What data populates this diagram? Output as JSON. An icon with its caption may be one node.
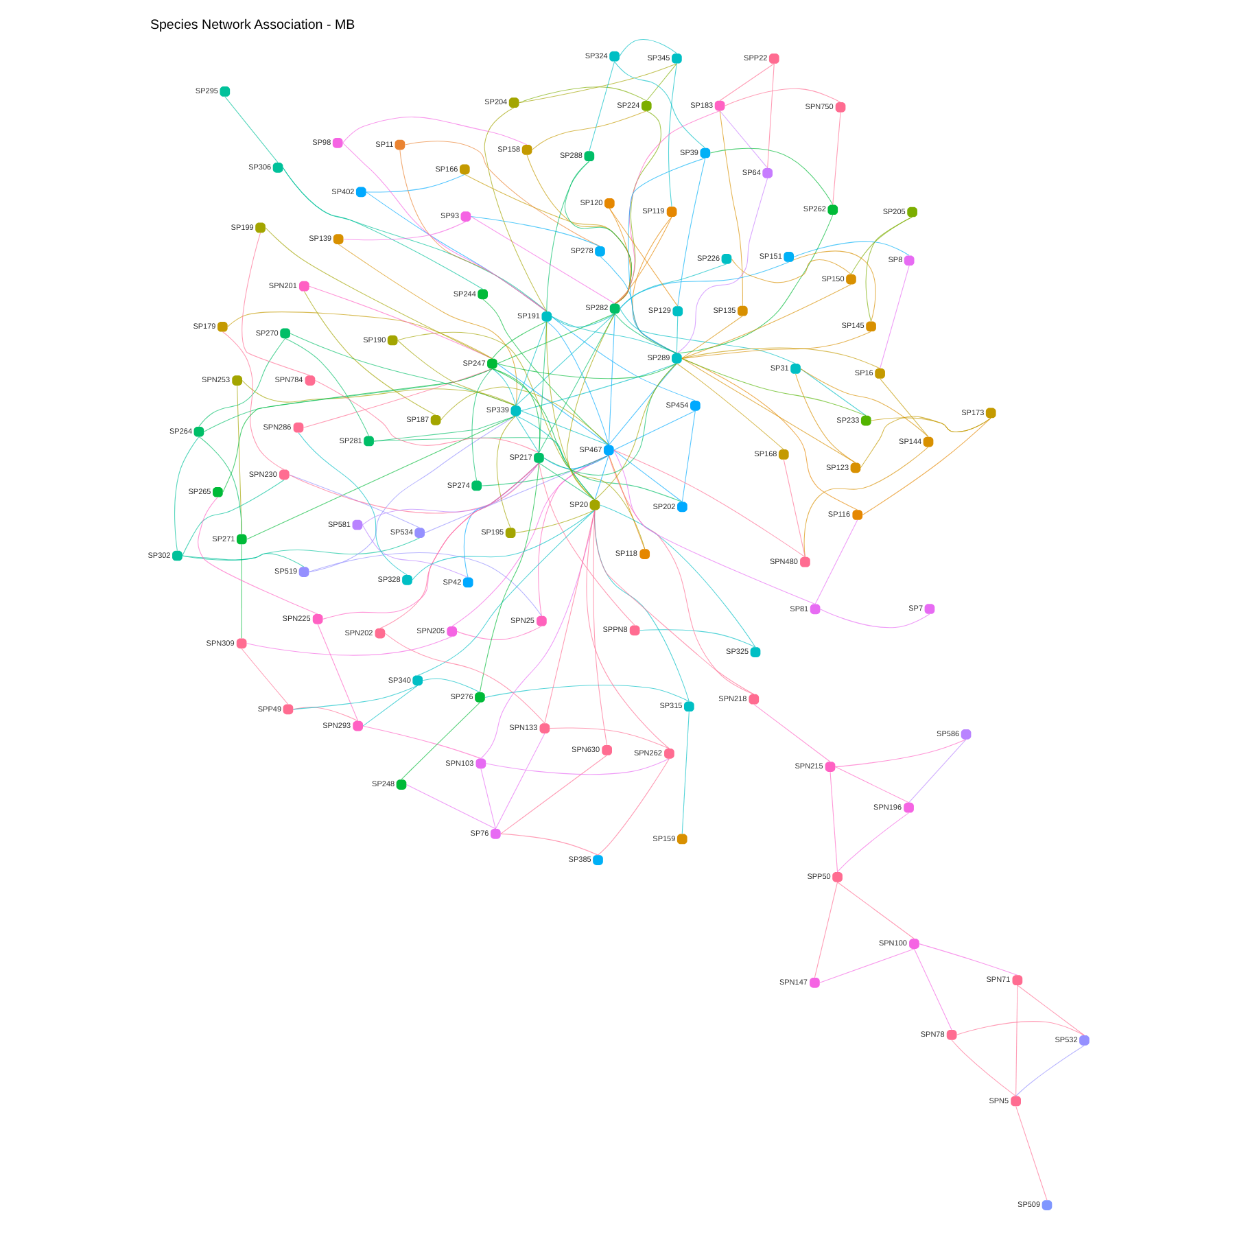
{
  "diagram": {
    "title": "Species Network Association - MB",
    "nodes": [
      {
        "text": [
          "SP295"
        ]
      },
      {
        "text": [
          "SP270"
        ]
      },
      {
        "text": [
          "SP281"
        ]
      },
      {
        "text": [
          "SP202"
        ]
      },
      {
        "text": [
          "SPN253"
        ]
      },
      {
        "text": [
          "SP454"
        ]
      },
      {
        "text": [
          "SP190"
        ]
      },
      {
        "text": [
          "SP118"
        ]
      },
      {
        "text": [
          "SP402"
        ]
      },
      {
        "text": [
          "SP166"
        ]
      },
      {
        "text": [
          "SP306"
        ]
      },
      {
        "text": [
          "SP244"
        ]
      },
      {
        "text": [
          "SP11"
        ]
      },
      {
        "text": [
          "SP278"
        ]
      },
      {
        "text": [
          "SP93"
        ]
      },
      {
        "text": [
          "SP139"
        ]
      },
      {
        "text": [
          "SP98"
        ]
      },
      {
        "text": [
          "SP158"
        ]
      },
      {
        "text": [
          "SP224"
        ]
      },
      {
        "text": [
          "SP204"
        ]
      },
      {
        "text": [
          "SP345"
        ]
      },
      {
        "text": [
          "SP119"
        ]
      },
      {
        "text": [
          "SP302"
        ]
      },
      {
        "text": [
          "SP519"
        ]
      },
      {
        "text": [
          "SPN25"
        ]
      },
      {
        "text": [
          "SP264"
        ]
      },
      {
        "text": [
          "SPN205"
        ]
      },
      {
        "text": [
          "SP271"
        ]
      },
      {
        "text": [
          "SPN309"
        ]
      },
      {
        "text": [
          "SP534"
        ]
      },
      {
        "text": [
          "SPN230"
        ]
      },
      {
        "text": [
          "SP179"
        ]
      },
      {
        "text": [
          "SP581"
        ]
      },
      {
        "text": [
          "SP195"
        ]
      },
      {
        "text": [
          "SP187"
        ]
      },
      {
        "text": [
          "SPN201"
        ]
      },
      {
        "text": [
          "SP42"
        ]
      },
      {
        "text": [
          "SPP49"
        ]
      },
      {
        "text": [
          "SPN225"
        ]
      },
      {
        "text": [
          "SP265"
        ]
      },
      {
        "text": [
          "SP274"
        ]
      },
      {
        "text": [
          "SPN293"
        ]
      },
      {
        "text": [
          "SPN784"
        ]
      },
      {
        "text": [
          "SP199"
        ]
      },
      {
        "text": [
          "SP325"
        ]
      },
      {
        "text": [
          "SPPN8"
        ]
      },
      {
        "text": [
          "SPN630"
        ]
      },
      {
        "text": [
          "SP315"
        ]
      },
      {
        "text": [
          "SP340"
        ]
      },
      {
        "text": [
          "SP276"
        ]
      },
      {
        "text": [
          "SP385"
        ]
      },
      {
        "text": [
          "SPN103"
        ]
      },
      {
        "text": [
          "SP159"
        ]
      },
      {
        "text": [
          "SP76"
        ]
      },
      {
        "text": [
          "SP248"
        ]
      },
      {
        "text": [
          "SPN262"
        ]
      },
      {
        "text": [
          "SPN202"
        ]
      },
      {
        "text": [
          "SPN133"
        ]
      },
      {
        "text": [
          "SPN218"
        ]
      },
      {
        "text": [
          "SP81"
        ]
      },
      {
        "text": [
          "SP116"
        ]
      },
      {
        "text": [
          "SP173"
        ]
      },
      {
        "text": [
          "SP123"
        ]
      },
      {
        "text": [
          "SP31"
        ]
      },
      {
        "text": [
          "SP233"
        ]
      },
      {
        "text": [
          "SP328"
        ]
      },
      {
        "text": [
          "SPN286"
        ]
      },
      {
        "text": [
          "SP324"
        ]
      },
      {
        "text": [
          "SP288"
        ]
      },
      {
        "text": [
          "SPP22"
        ]
      },
      {
        "text": [
          "SP64"
        ]
      },
      {
        "text": [
          "SP135"
        ]
      },
      {
        "text": [
          "SP183"
        ]
      },
      {
        "text": [
          "SP262"
        ]
      },
      {
        "text": [
          "SP39"
        ]
      },
      {
        "text": [
          "SPN750"
        ]
      },
      {
        "text": [
          "SP205"
        ]
      },
      {
        "text": [
          "SP145"
        ]
      },
      {
        "text": [
          "SP151"
        ]
      },
      {
        "text": [
          "SP8"
        ]
      },
      {
        "text": [
          "SP16"
        ]
      },
      {
        "text": [
          "SP144"
        ]
      },
      {
        "text": [
          "SP150"
        ]
      },
      {
        "text": [
          "SP226"
        ]
      },
      {
        "text": [
          "SP120"
        ]
      },
      {
        "text": [
          "SP129"
        ]
      },
      {
        "text": [
          "SPN480"
        ]
      },
      {
        "text": [
          "SP168"
        ]
      },
      {
        "text": [
          "SP7"
        ]
      },
      {
        "text": [
          "SPN215"
        ]
      },
      {
        "text": [
          "SP586"
        ]
      },
      {
        "text": [
          "SPN196"
        ]
      },
      {
        "text": [
          "SPP50"
        ]
      },
      {
        "text": [
          "SPN147"
        ]
      },
      {
        "text": [
          "SPN100"
        ]
      },
      {
        "text": [
          "SPN78"
        ]
      },
      {
        "text": [
          "SPN71"
        ]
      },
      {
        "text": [
          "SP532"
        ]
      },
      {
        "text": [
          "SPN5"
        ]
      },
      {
        "text": [
          "SP509"
        ]
      },
      {
        "text": [
          "SP339"
        ]
      },
      {
        "text": [
          "SP467"
        ]
      },
      {
        "text": [
          "SP247"
        ]
      },
      {
        "text": [
          "SP217"
        ]
      },
      {
        "text": [
          "SP20"
        ]
      },
      {
        "text": [
          "SP191"
        ]
      },
      {
        "text": [
          "SP282"
        ]
      },
      {
        "text": [
          "SP289"
        ]
      }
    ],
    "edges": [
      {
        "from": 100,
        "to": 101,
        "arrow": "none",
        "color": "#00bfc4"
      },
      {
        "from": 100,
        "to": 102,
        "arrow": "none",
        "color": "#00bfc4"
      },
      {
        "from": 100,
        "to": 103,
        "arrow": "none",
        "color": "#00bfc4"
      },
      {
        "from": 100,
        "to": 104,
        "arrow": "none",
        "color": "#00bfc4"
      },
      {
        "from": 100,
        "to": 105,
        "arrow": "none",
        "color": "#00bfc4"
      },
      {
        "from": 100,
        "to": 106,
        "arrow": "none",
        "color": "#00bfc4"
      },
      {
        "from": 100,
        "to": 107,
        "arrow": "none",
        "color": "#00bfc4"
      },
      {
        "from": 101,
        "to": 102,
        "arrow": "none",
        "color": "#00a9ff"
      },
      {
        "from": 101,
        "to": 103,
        "arrow": "none",
        "color": "#00a9ff"
      },
      {
        "from": 101,
        "to": 104,
        "arrow": "none",
        "color": "#00a9ff"
      },
      {
        "from": 101,
        "to": 105,
        "arrow": "none",
        "color": "#00a9ff"
      },
      {
        "from": 101,
        "to": 106,
        "arrow": "none",
        "color": "#00a9ff"
      },
      {
        "from": 101,
        "to": 107,
        "arrow": "none",
        "color": "#00a9ff"
      },
      {
        "from": 102,
        "to": 103,
        "arrow": "none",
        "color": "#00ba38"
      },
      {
        "from": 102,
        "to": 104,
        "arrow": "none",
        "color": "#00ba38"
      },
      {
        "from": 102,
        "to": 105,
        "arrow": "none",
        "color": "#00ba38"
      },
      {
        "from": 102,
        "to": 106,
        "arrow": "none",
        "color": "#00ba38"
      },
      {
        "from": 102,
        "to": 107,
        "arrow": "none",
        "color": "#00ba38"
      },
      {
        "from": 103,
        "to": 104,
        "arrow": "none",
        "color": "#00be67"
      },
      {
        "from": 103,
        "to": 105,
        "arrow": "none",
        "color": "#00be67"
      },
      {
        "from": 103,
        "to": 106,
        "arrow": "none",
        "color": "#00be67"
      },
      {
        "from": 103,
        "to": 107,
        "arrow": "none",
        "color": "#00be67"
      },
      {
        "from": 104,
        "to": 105,
        "arrow": "none",
        "color": "#a3a500"
      },
      {
        "from": 104,
        "to": 106,
        "arrow": "none",
        "color": "#a3a500"
      },
      {
        "from": 104,
        "to": 107,
        "arrow": "none",
        "color": "#a3a500"
      },
      {
        "from": 105,
        "to": 106,
        "arrow": "none",
        "color": "#00bfc4"
      },
      {
        "from": 105,
        "to": 107,
        "arrow": "none",
        "color": "#00bfc4"
      },
      {
        "from": 106,
        "to": 107,
        "arrow": "none",
        "color": "#00be67"
      },
      {
        "from": 1,
        "to": 2,
        "arrow": "none",
        "color": "#00be67"
      },
      {
        "from": 1,
        "to": 25,
        "arrow": "none",
        "color": "#00be67"
      },
      {
        "from": 1,
        "to": 100,
        "arrow": "none",
        "color": "#00be67"
      },
      {
        "from": 2,
        "to": 3,
        "arrow": "none",
        "color": "#00be67"
      },
      {
        "from": 2,
        "to": 100,
        "arrow": "none",
        "color": "#00be67"
      },
      {
        "from": 3,
        "to": 5,
        "arrow": "none",
        "color": "#00a9ff"
      },
      {
        "from": 3,
        "to": 101,
        "arrow": "none",
        "color": "#00a9ff"
      },
      {
        "from": 4,
        "to": 100,
        "arrow": "none",
        "color": "#a3a500"
      },
      {
        "from": 4,
        "to": 27,
        "arrow": "none",
        "color": "#a3a500"
      },
      {
        "from": 5,
        "to": 101,
        "arrow": "none",
        "color": "#00a9ff"
      },
      {
        "from": 5,
        "to": 105,
        "arrow": "none",
        "color": "#00a9ff"
      },
      {
        "from": 6,
        "to": 7,
        "arrow": "none",
        "color": "#a3a500"
      },
      {
        "from": 6,
        "to": 100,
        "arrow": "none",
        "color": "#a3a500"
      },
      {
        "from": 7,
        "to": 101,
        "arrow": "none",
        "color": "#e58700"
      },
      {
        "from": 8,
        "to": 9,
        "arrow": "none",
        "color": "#00a9ff"
      },
      {
        "from": 8,
        "to": 105,
        "arrow": "none",
        "color": "#00a9ff"
      },
      {
        "from": 9,
        "to": 106,
        "arrow": "none",
        "color": "#c49a00"
      },
      {
        "from": 0,
        "to": 10,
        "arrow": "none",
        "color": "#00c19a"
      },
      {
        "from": 10,
        "to": 11,
        "arrow": "none",
        "color": "#00c19a"
      },
      {
        "from": 10,
        "to": 105,
        "arrow": "none",
        "color": "#00c19a"
      },
      {
        "from": 11,
        "to": 101,
        "arrow": "none",
        "color": "#00ba38"
      },
      {
        "from": 12,
        "to": 13,
        "arrow": "none",
        "color": "#ea8331"
      },
      {
        "from": 12,
        "to": 105,
        "arrow": "none",
        "color": "#ea8331"
      },
      {
        "from": 13,
        "to": 14,
        "arrow": "none",
        "color": "#00b0f6"
      },
      {
        "from": 13,
        "to": 107,
        "arrow": "none",
        "color": "#00b0f6"
      },
      {
        "from": 14,
        "to": 15,
        "arrow": "none",
        "color": "#f564e3"
      },
      {
        "from": 14,
        "to": 106,
        "arrow": "none",
        "color": "#f564e3"
      },
      {
        "from": 15,
        "to": 100,
        "arrow": "none",
        "color": "#d89000"
      },
      {
        "from": 16,
        "to": 17,
        "arrow": "none",
        "color": "#f564e3"
      },
      {
        "from": 16,
        "to": 105,
        "arrow": "none",
        "color": "#f564e3"
      },
      {
        "from": 17,
        "to": 106,
        "arrow": "none",
        "color": "#c49a00"
      },
      {
        "from": 17,
        "to": 18,
        "arrow": "none",
        "color": "#c49a00"
      },
      {
        "from": 18,
        "to": 19,
        "arrow": "none",
        "color": "#7cae00"
      },
      {
        "from": 18,
        "to": 20,
        "arrow": "none",
        "color": "#7cae00"
      },
      {
        "from": 18,
        "to": 106,
        "arrow": "none",
        "color": "#7cae00"
      },
      {
        "from": 19,
        "to": 20,
        "arrow": "none",
        "color": "#a3a500"
      },
      {
        "from": 19,
        "to": 105,
        "arrow": "none",
        "color": "#a3a500"
      },
      {
        "from": 20,
        "to": 21,
        "arrow": "none",
        "color": "#00bfc4"
      },
      {
        "from": 20,
        "to": 67,
        "arrow": "none",
        "color": "#00bfc4"
      },
      {
        "from": 21,
        "to": 106,
        "arrow": "none",
        "color": "#e58700"
      },
      {
        "from": 21,
        "to": 107,
        "arrow": "none",
        "color": "#e58700"
      },
      {
        "from": 22,
        "to": 23,
        "arrow": "none",
        "color": "#00c19a"
      },
      {
        "from": 22,
        "to": 25,
        "arrow": "none",
        "color": "#00c19a"
      },
      {
        "from": 22,
        "to": 30,
        "arrow": "none",
        "color": "#00c19a"
      },
      {
        "from": 22,
        "to": 29,
        "arrow": "none",
        "color": "#00c19a"
      },
      {
        "from": 23,
        "to": 24,
        "arrow": "none",
        "color": "#9590ff"
      },
      {
        "from": 23,
        "to": 100,
        "arrow": "none",
        "color": "#9590ff"
      },
      {
        "from": 24,
        "to": 26,
        "arrow": "none",
        "color": "#ff62bc"
      },
      {
        "from": 24,
        "to": 101,
        "arrow": "none",
        "color": "#ff62bc"
      },
      {
        "from": 25,
        "to": 27,
        "arrow": "none",
        "color": "#00be67"
      },
      {
        "from": 25,
        "to": 102,
        "arrow": "none",
        "color": "#00be67"
      },
      {
        "from": 26,
        "to": 28,
        "arrow": "none",
        "color": "#f564e3"
      },
      {
        "from": 26,
        "to": 101,
        "arrow": "none",
        "color": "#f564e3"
      },
      {
        "from": 27,
        "to": 28,
        "arrow": "none",
        "color": "#00ba38"
      },
      {
        "from": 27,
        "to": 100,
        "arrow": "none",
        "color": "#00ba38"
      },
      {
        "from": 28,
        "to": 37,
        "arrow": "none",
        "color": "#ff6c91"
      },
      {
        "from": 29,
        "to": 101,
        "arrow": "none",
        "color": "#9590ff"
      },
      {
        "from": 29,
        "to": 30,
        "arrow": "none",
        "color": "#9590ff"
      },
      {
        "from": 30,
        "to": 31,
        "arrow": "none",
        "color": "#ff6c91"
      },
      {
        "from": 30,
        "to": 103,
        "arrow": "none",
        "color": "#ff6c91"
      },
      {
        "from": 31,
        "to": 102,
        "arrow": "none",
        "color": "#c49a00"
      },
      {
        "from": 32,
        "to": 36,
        "arrow": "none",
        "color": "#b983ff"
      },
      {
        "from": 32,
        "to": 103,
        "arrow": "none",
        "color": "#b983ff"
      },
      {
        "from": 33,
        "to": 100,
        "arrow": "none",
        "color": "#a3a500"
      },
      {
        "from": 33,
        "to": 104,
        "arrow": "none",
        "color": "#a3a500"
      },
      {
        "from": 34,
        "to": 35,
        "arrow": "none",
        "color": "#a3a500"
      },
      {
        "from": 34,
        "to": 101,
        "arrow": "none",
        "color": "#a3a500"
      },
      {
        "from": 35,
        "to": 102,
        "arrow": "none",
        "color": "#ff61c3"
      },
      {
        "from": 36,
        "to": 103,
        "arrow": "none",
        "color": "#00a9ff"
      },
      {
        "from": 37,
        "to": 41,
        "arrow": "none",
        "color": "#ff6c91"
      },
      {
        "from": 37,
        "to": 48,
        "arrow": "none",
        "color": "#00bfc4"
      },
      {
        "from": 38,
        "to": 41,
        "arrow": "none",
        "color": "#ff61c3"
      },
      {
        "from": 38,
        "to": 39,
        "arrow": "none",
        "color": "#ff61c3"
      },
      {
        "from": 38,
        "to": 103,
        "arrow": "none",
        "color": "#ff61c3"
      },
      {
        "from": 39,
        "to": 102,
        "arrow": "none",
        "color": "#00ba38"
      },
      {
        "from": 40,
        "to": 102,
        "arrow": "none",
        "color": "#00be67"
      },
      {
        "from": 40,
        "to": 101,
        "arrow": "none",
        "color": "#00be67"
      },
      {
        "from": 41,
        "to": 51,
        "arrow": "none",
        "color": "#ff61c3"
      },
      {
        "from": 41,
        "to": 48,
        "arrow": "none",
        "color": "#00bfc4"
      },
      {
        "from": 42,
        "to": 43,
        "arrow": "none",
        "color": "#ff6c91"
      },
      {
        "from": 42,
        "to": 103,
        "arrow": "none",
        "color": "#ff6c91"
      },
      {
        "from": 43,
        "to": 102,
        "arrow": "none",
        "color": "#a3a500"
      },
      {
        "from": 44,
        "to": 45,
        "arrow": "none",
        "color": "#00bfc4"
      },
      {
        "from": 44,
        "to": 104,
        "arrow": "none",
        "color": "#00bfc4"
      },
      {
        "from": 45,
        "to": 103,
        "arrow": "none",
        "color": "#ff6c91"
      },
      {
        "from": 46,
        "to": 104,
        "arrow": "none",
        "color": "#ff6c91"
      },
      {
        "from": 46,
        "to": 53,
        "arrow": "none",
        "color": "#ff6c91"
      },
      {
        "from": 47,
        "to": 52,
        "arrow": "none",
        "color": "#00bfc4"
      },
      {
        "from": 47,
        "to": 104,
        "arrow": "none",
        "color": "#00bfc4"
      },
      {
        "from": 47,
        "to": 49,
        "arrow": "none",
        "color": "#00bfc4"
      },
      {
        "from": 48,
        "to": 49,
        "arrow": "none",
        "color": "#00bfc4"
      },
      {
        "from": 48,
        "to": 104,
        "arrow": "none",
        "color": "#00bfc4"
      },
      {
        "from": 49,
        "to": 54,
        "arrow": "none",
        "color": "#00ba38"
      },
      {
        "from": 49,
        "to": 103,
        "arrow": "none",
        "color": "#00ba38"
      },
      {
        "from": 50,
        "to": 53,
        "arrow": "none",
        "color": "#ff6c91"
      },
      {
        "from": 50,
        "to": 55,
        "arrow": "none",
        "color": "#ff6c91"
      },
      {
        "from": 51,
        "to": 55,
        "arrow": "none",
        "color": "#e76bf3"
      },
      {
        "from": 51,
        "to": 53,
        "arrow": "none",
        "color": "#e76bf3"
      },
      {
        "from": 51,
        "to": 104,
        "arrow": "none",
        "color": "#e76bf3"
      },
      {
        "from": 53,
        "to": 54,
        "arrow": "none",
        "color": "#e76bf3"
      },
      {
        "from": 53,
        "to": 57,
        "arrow": "none",
        "color": "#e76bf3"
      },
      {
        "from": 55,
        "to": 57,
        "arrow": "none",
        "color": "#ff6c91"
      },
      {
        "from": 55,
        "to": 104,
        "arrow": "none",
        "color": "#ff6c91"
      },
      {
        "from": 56,
        "to": 103,
        "arrow": "none",
        "color": "#ff6c91"
      },
      {
        "from": 56,
        "to": 57,
        "arrow": "none",
        "color": "#ff6c91"
      },
      {
        "from": 57,
        "to": 104,
        "arrow": "none",
        "color": "#ff6c91"
      },
      {
        "from": 58,
        "to": 89,
        "arrow": "none",
        "color": "#ff61c3"
      },
      {
        "from": 58,
        "to": 104,
        "arrow": "none",
        "color": "#ff6c91"
      },
      {
        "from": 58,
        "to": 101,
        "arrow": "none",
        "color": "#ff6c91"
      },
      {
        "from": 59,
        "to": 88,
        "arrow": "none",
        "color": "#e76bf3"
      },
      {
        "from": 59,
        "to": 101,
        "arrow": "none",
        "color": "#e76bf3"
      },
      {
        "from": 59,
        "to": 60,
        "arrow": "none",
        "color": "#e76bf3"
      },
      {
        "from": 60,
        "to": 61,
        "arrow": "none",
        "color": "#e58700"
      },
      {
        "from": 60,
        "to": 107,
        "arrow": "none",
        "color": "#e58700"
      },
      {
        "from": 61,
        "to": 62,
        "arrow": "none",
        "color": "#c49a00"
      },
      {
        "from": 61,
        "to": 64,
        "arrow": "none",
        "color": "#c49a00"
      },
      {
        "from": 62,
        "to": 63,
        "arrow": "none",
        "color": "#d89000"
      },
      {
        "from": 62,
        "to": 107,
        "arrow": "none",
        "color": "#d89000"
      },
      {
        "from": 63,
        "to": 64,
        "arrow": "none",
        "color": "#00bfc4"
      },
      {
        "from": 63,
        "to": 106,
        "arrow": "none",
        "color": "#00bfc4"
      },
      {
        "from": 64,
        "to": 107,
        "arrow": "none",
        "color": "#53b400"
      },
      {
        "from": 65,
        "to": 104,
        "arrow": "none",
        "color": "#00bfc4"
      },
      {
        "from": 65,
        "to": 66,
        "arrow": "none",
        "color": "#00bfc4"
      },
      {
        "from": 66,
        "to": 102,
        "arrow": "none",
        "color": "#ff6c91"
      },
      {
        "from": 67,
        "to": 68,
        "arrow": "none",
        "color": "#00bfc4"
      },
      {
        "from": 67,
        "to": 74,
        "arrow": "none",
        "color": "#00bfc4"
      },
      {
        "from": 68,
        "to": 105,
        "arrow": "none",
        "color": "#00be67"
      },
      {
        "from": 68,
        "to": 106,
        "arrow": "none",
        "color": "#00be67"
      },
      {
        "from": 69,
        "to": 70,
        "arrow": "none",
        "color": "#ff6c91"
      },
      {
        "from": 69,
        "to": 72,
        "arrow": "none",
        "color": "#ff6c91"
      },
      {
        "from": 70,
        "to": 72,
        "arrow": "none",
        "color": "#c77cff"
      },
      {
        "from": 70,
        "to": 107,
        "arrow": "none",
        "color": "#c77cff"
      },
      {
        "from": 71,
        "to": 72,
        "arrow": "none",
        "color": "#d89000"
      },
      {
        "from": 71,
        "to": 107,
        "arrow": "none",
        "color": "#d89000"
      },
      {
        "from": 75,
        "to": 72,
        "arrow": "none",
        "color": "#ff6c91"
      },
      {
        "from": 72,
        "to": 106,
        "arrow": "none",
        "color": "#ff61c3"
      },
      {
        "from": 75,
        "to": 73,
        "arrow": "none",
        "color": "#ff6c91"
      },
      {
        "from": 73,
        "to": 74,
        "arrow": "none",
        "color": "#00ba38"
      },
      {
        "from": 73,
        "to": 107,
        "arrow": "none",
        "color": "#00ba38"
      },
      {
        "from": 74,
        "to": 85,
        "arrow": "none",
        "color": "#00b0f6"
      },
      {
        "from": 74,
        "to": 107,
        "arrow": "none",
        "color": "#00b0f6"
      },
      {
        "from": 76,
        "to": 77,
        "arrow": "none",
        "color": "#7cae00"
      },
      {
        "from": 76,
        "to": 82,
        "arrow": "none",
        "color": "#7cae00"
      },
      {
        "from": 77,
        "to": 78,
        "arrow": "none",
        "color": "#d89000"
      },
      {
        "from": 77,
        "to": 107,
        "arrow": "none",
        "color": "#d89000"
      },
      {
        "from": 78,
        "to": 79,
        "arrow": "none",
        "color": "#00b0f6"
      },
      {
        "from": 78,
        "to": 106,
        "arrow": "none",
        "color": "#00b0f6"
      },
      {
        "from": 79,
        "to": 80,
        "arrow": "none",
        "color": "#e76bf3"
      },
      {
        "from": 80,
        "to": 81,
        "arrow": "none",
        "color": "#c49a00"
      },
      {
        "from": 80,
        "to": 107,
        "arrow": "none",
        "color": "#c49a00"
      },
      {
        "from": 81,
        "to": 86,
        "arrow": "none",
        "color": "#d89000"
      },
      {
        "from": 81,
        "to": 63,
        "arrow": "none",
        "color": "#d89000"
      },
      {
        "from": 82,
        "to": 83,
        "arrow": "none",
        "color": "#d89000"
      },
      {
        "from": 82,
        "to": 107,
        "arrow": "none",
        "color": "#d89000"
      },
      {
        "from": 83,
        "to": 106,
        "arrow": "none",
        "color": "#00bfc4"
      },
      {
        "from": 84,
        "to": 85,
        "arrow": "none",
        "color": "#e58700"
      },
      {
        "from": 84,
        "to": 106,
        "arrow": "none",
        "color": "#e58700"
      },
      {
        "from": 85,
        "to": 107,
        "arrow": "none",
        "color": "#00bfc4"
      },
      {
        "from": 86,
        "to": 87,
        "arrow": "none",
        "color": "#ff6c91"
      },
      {
        "from": 86,
        "to": 101,
        "arrow": "none",
        "color": "#ff6c91"
      },
      {
        "from": 87,
        "to": 107,
        "arrow": "none",
        "color": "#c49a00"
      },
      {
        "from": 89,
        "to": 90,
        "arrow": "none",
        "color": "#ff61c3"
      },
      {
        "from": 89,
        "to": 91,
        "arrow": "none",
        "color": "#ff61c3"
      },
      {
        "from": 89,
        "to": 92,
        "arrow": "none",
        "color": "#ff61c3"
      },
      {
        "from": 90,
        "to": 91,
        "arrow": "none",
        "color": "#b983ff"
      },
      {
        "from": 91,
        "to": 92,
        "arrow": "none",
        "color": "#f564e3"
      },
      {
        "from": 92,
        "to": 93,
        "arrow": "none",
        "color": "#ff6c91"
      },
      {
        "from": 92,
        "to": 94,
        "arrow": "none",
        "color": "#ff6c91"
      },
      {
        "from": 93,
        "to": 94,
        "arrow": "none",
        "color": "#f564e3"
      },
      {
        "from": 94,
        "to": 95,
        "arrow": "none",
        "color": "#f564e3"
      },
      {
        "from": 94,
        "to": 96,
        "arrow": "none",
        "color": "#f564e3"
      },
      {
        "from": 95,
        "to": 97,
        "arrow": "none",
        "color": "#ff6c91"
      },
      {
        "from": 95,
        "to": 98,
        "arrow": "none",
        "color": "#ff6c91"
      },
      {
        "from": 96,
        "to": 98,
        "arrow": "none",
        "color": "#ff6c91"
      },
      {
        "from": 96,
        "to": 97,
        "arrow": "none",
        "color": "#ff6c91"
      },
      {
        "from": 97,
        "to": 98,
        "arrow": "none",
        "color": "#9590ff"
      },
      {
        "from": 98,
        "to": 99,
        "arrow": "none",
        "color": "#ff6c91"
      }
    ]
  }
}
